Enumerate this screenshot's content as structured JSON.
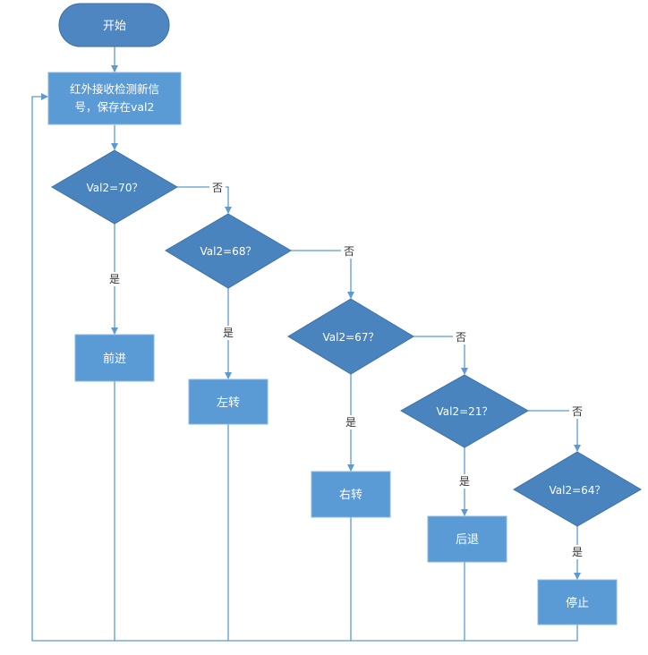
{
  "colors": {
    "node_fill": "#5B9BD5",
    "decision_fill": "#4A84BF",
    "start_fill": "#4E86C2",
    "connector": "#5B9BD5",
    "text": "#ffffff",
    "edge_label": "#333333"
  },
  "nodes": {
    "start": "开始",
    "receive_line1": "红外接收检测新信",
    "receive_line2": "号，保存在val2",
    "cond_70": "Val2=70？",
    "cond_68": "Val2=68？",
    "cond_67": "Val2=67？",
    "cond_21": "Val2=21？",
    "cond_64": "Val2=64？",
    "forward": "前进",
    "turn_left": "左转",
    "turn_right": "右转",
    "backward": "后退",
    "stop": "停止"
  },
  "edge_labels": {
    "no_1": "否",
    "no_2": "否",
    "no_3": "否",
    "no_4": "否",
    "yes_1": "是",
    "yes_2": "是",
    "yes_3": "是",
    "yes_4": "是",
    "yes_5": "是"
  }
}
